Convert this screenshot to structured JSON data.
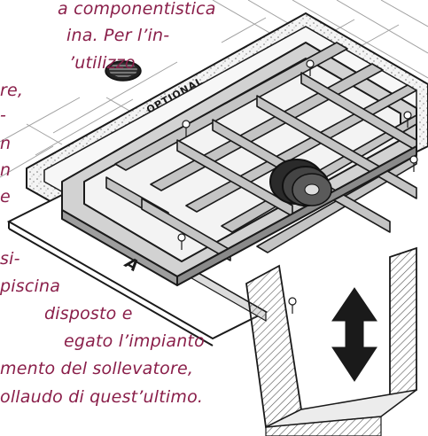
{
  "caption": {
    "lines": [
      "a componentistica",
      "ina. Per l’in-",
      "’utilizzo",
      "re,",
      "-",
      "n",
      "n",
      "e",
      "si-",
      "piscina",
      "disposto e",
      "egato l’impianto",
      "mento del sollevatore,",
      "ollaudo di quest’ultimo."
    ]
  },
  "labels": {
    "optional": "OPTIONAL",
    "a": "A"
  },
  "colors": {
    "caption": "#8a1f4a",
    "ink": "#1a1a1a",
    "frame_face": "#c8c8c8",
    "frame_top": "#e6e6e6",
    "tile_line": "#9a9a9a",
    "slab": "#eeeeee",
    "pit": "#f2f2f2"
  },
  "icons": {
    "drain": "drain-grate-icon",
    "arrow": "up-down-arrow-icon",
    "motor": "lift-motor-icon"
  }
}
